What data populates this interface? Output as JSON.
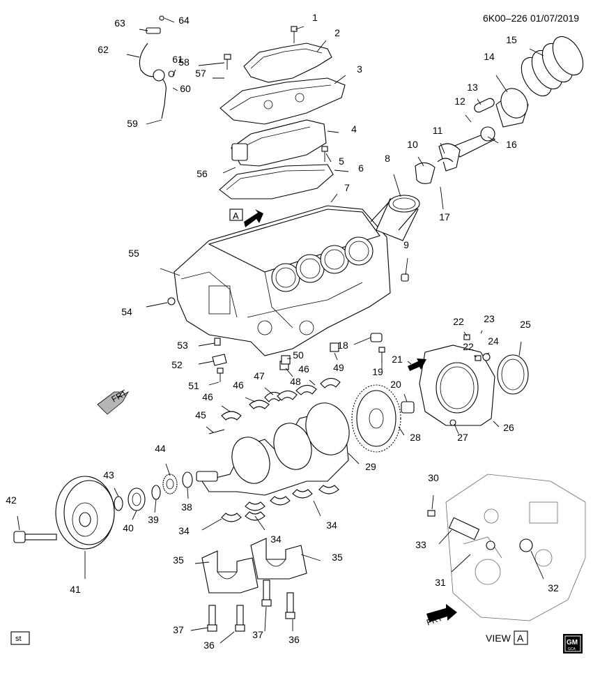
{
  "header": {
    "code": "6K00–226",
    "date": "01/07/2019"
  },
  "view_label": "VIEW",
  "view_letter": "A",
  "view_pointer_letter": "A",
  "front_label": "FRT",
  "front_label_view": "FRT",
  "st_box": "st",
  "logo": {
    "top": "GM",
    "bottom": "GCA"
  },
  "callouts": [
    "1",
    "2",
    "3",
    "4",
    "5",
    "6",
    "7",
    "8",
    "9",
    "10",
    "11",
    "12",
    "13",
    "14",
    "15",
    "16",
    "17",
    "18",
    "19",
    "20",
    "21",
    "22",
    "22",
    "23",
    "24",
    "25",
    "26",
    "27",
    "28",
    "29",
    "30",
    "31",
    "32",
    "33",
    "34",
    "34",
    "34",
    "35",
    "35",
    "36",
    "36",
    "37",
    "37",
    "38",
    "39",
    "40",
    "41",
    "42",
    "43",
    "44",
    "45",
    "46",
    "46",
    "46",
    "47",
    "48",
    "49",
    "50",
    "51",
    "52",
    "53",
    "54",
    "55",
    "56",
    "57",
    "58",
    "59",
    "60",
    "61",
    "62",
    "63",
    "64"
  ],
  "colors": {
    "ink": "#000000",
    "paper": "#ffffff",
    "shade": "#b5b5b5"
  }
}
